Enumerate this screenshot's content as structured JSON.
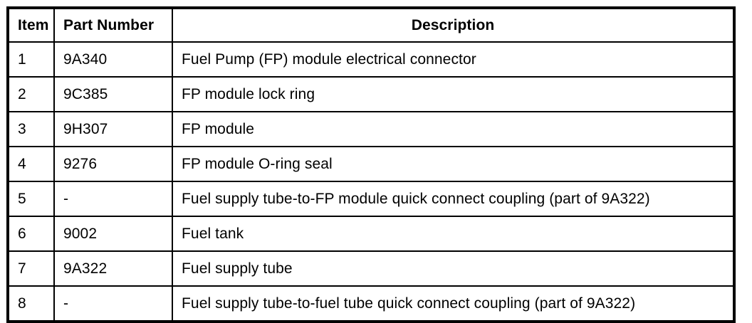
{
  "table": {
    "columns": [
      {
        "key": "item",
        "label": "Item"
      },
      {
        "key": "part_number",
        "label": "Part Number"
      },
      {
        "key": "description",
        "label": "Description"
      }
    ],
    "rows": [
      {
        "item": "1",
        "part_number": "9A340",
        "description": "Fuel Pump (FP) module electrical connector"
      },
      {
        "item": "2",
        "part_number": "9C385",
        "description": "FP module lock ring"
      },
      {
        "item": "3",
        "part_number": "9H307",
        "description": "FP module"
      },
      {
        "item": "4",
        "part_number": "9276",
        "description": "FP module O-ring seal"
      },
      {
        "item": "5",
        "part_number": "-",
        "description": "Fuel supply tube-to-FP module quick connect coupling (part of 9A322)"
      },
      {
        "item": "6",
        "part_number": "9002",
        "description": "Fuel tank"
      },
      {
        "item": "7",
        "part_number": "9A322",
        "description": "Fuel supply tube"
      },
      {
        "item": "8",
        "part_number": "-",
        "description": "Fuel supply tube-to-fuel tube quick connect coupling (part of 9A322)"
      }
    ]
  },
  "colors": {
    "background": "#ffffff",
    "text": "#000000",
    "border": "#000000"
  }
}
